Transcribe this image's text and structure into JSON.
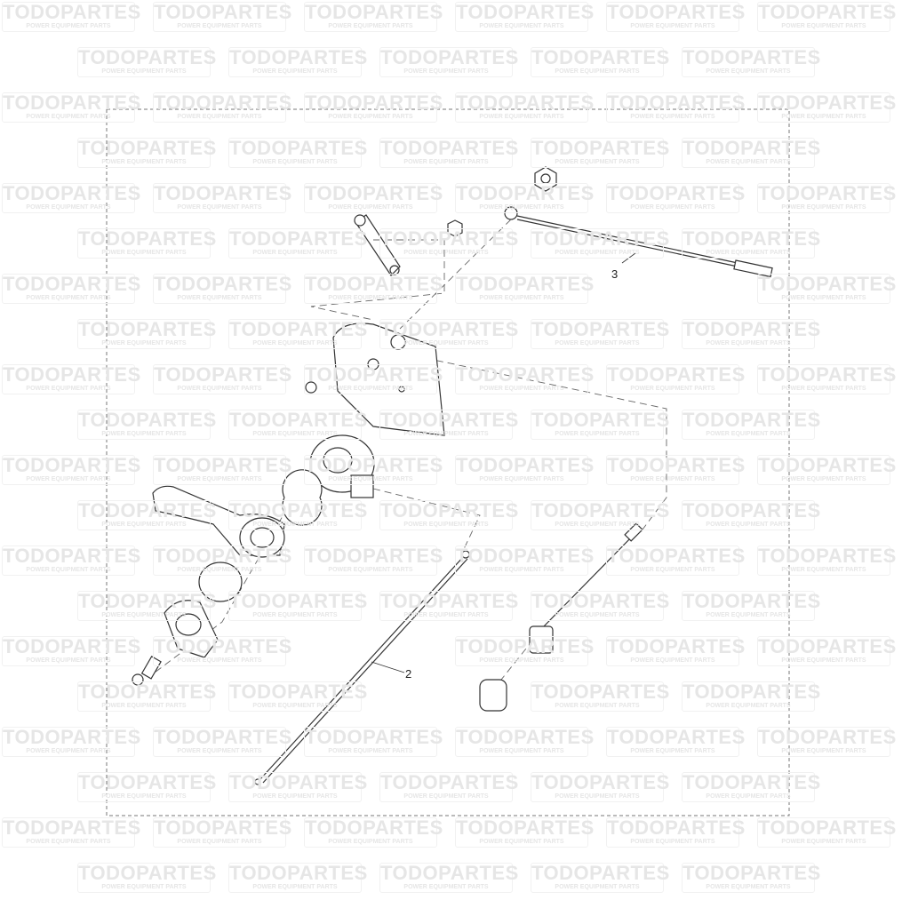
{
  "watermark": {
    "brand": "TODOPARTES",
    "tagline": "POWER EQUIPMENT PARTS"
  },
  "callouts": [
    {
      "label": "3"
    },
    {
      "label": "2"
    }
  ],
  "colors": {
    "line": "#333333",
    "dash": "#666666",
    "watermark": "#ececec"
  }
}
